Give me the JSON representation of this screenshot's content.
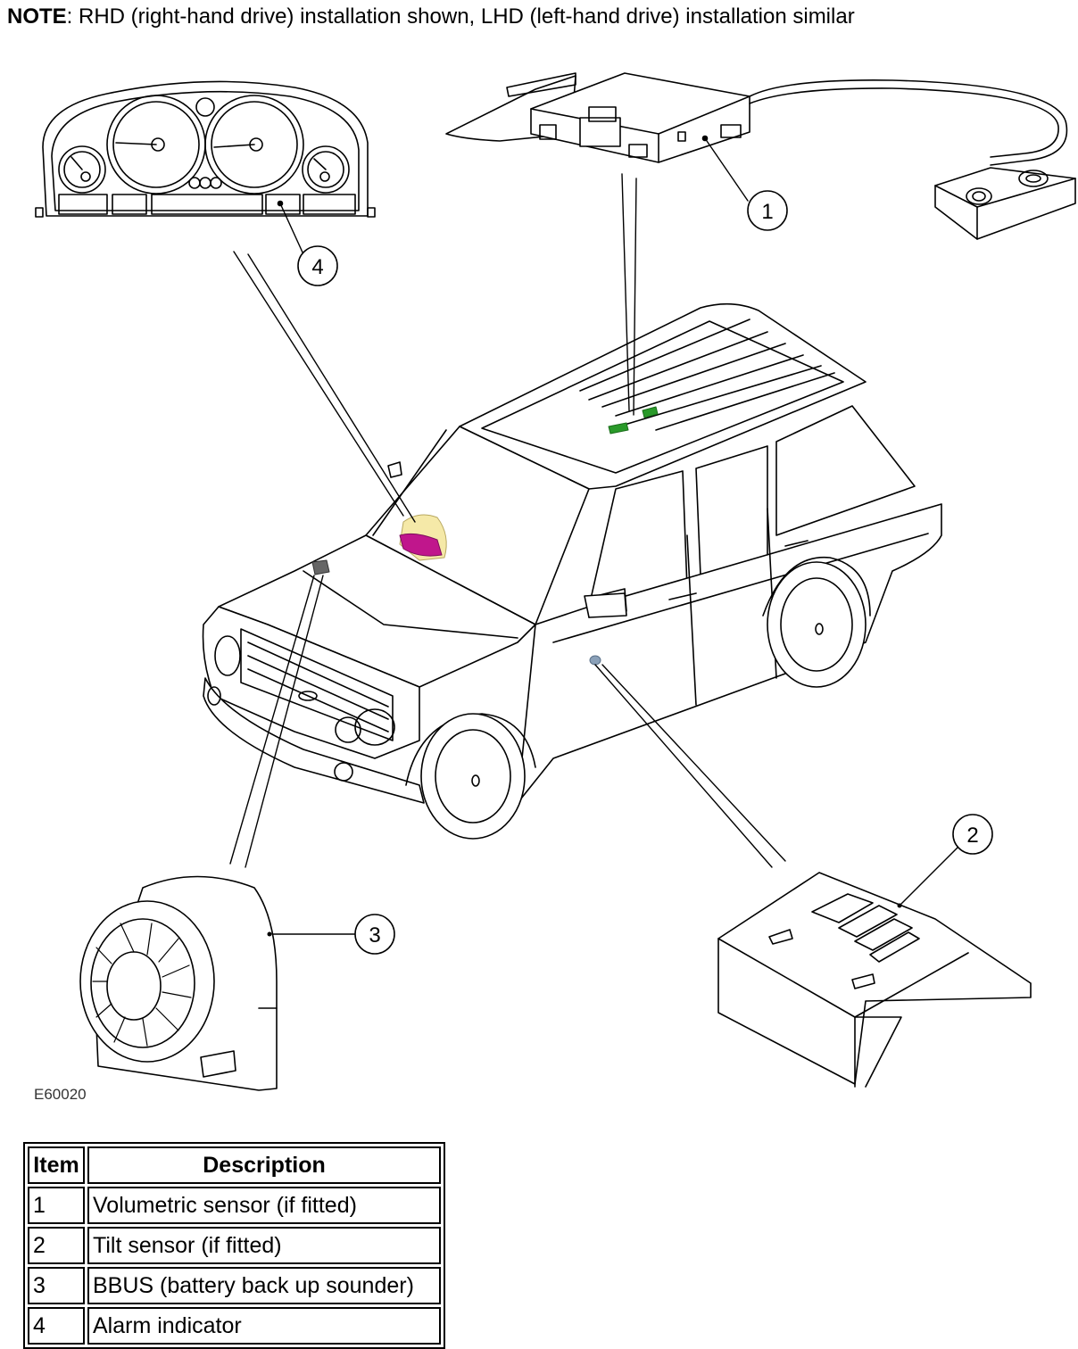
{
  "note": {
    "label": "NOTE",
    "text": "RHD (right-hand drive) installation shown, LHD (left-hand drive) installation similar"
  },
  "diagram": {
    "callouts": [
      "1",
      "2",
      "3",
      "4"
    ],
    "figure_code": "E60020",
    "highlight_colors": {
      "alarm_indicator": "#c0168c",
      "alarm_indicator_glow": "#f5e9a8",
      "volumetric_sensor": "#2a9a2a",
      "tilt_sensor": "#8aa0b8",
      "sounder_location": "#666666"
    }
  },
  "legend": {
    "headers": {
      "item": "Item",
      "description": "Description"
    },
    "rows": [
      {
        "item": "1",
        "description": "Volumetric sensor (if fitted)"
      },
      {
        "item": "2",
        "description": "Tilt sensor (if fitted)"
      },
      {
        "item": "3",
        "description": "BBUS (battery back up sounder)"
      },
      {
        "item": "4",
        "description": "Alarm indicator"
      }
    ]
  }
}
